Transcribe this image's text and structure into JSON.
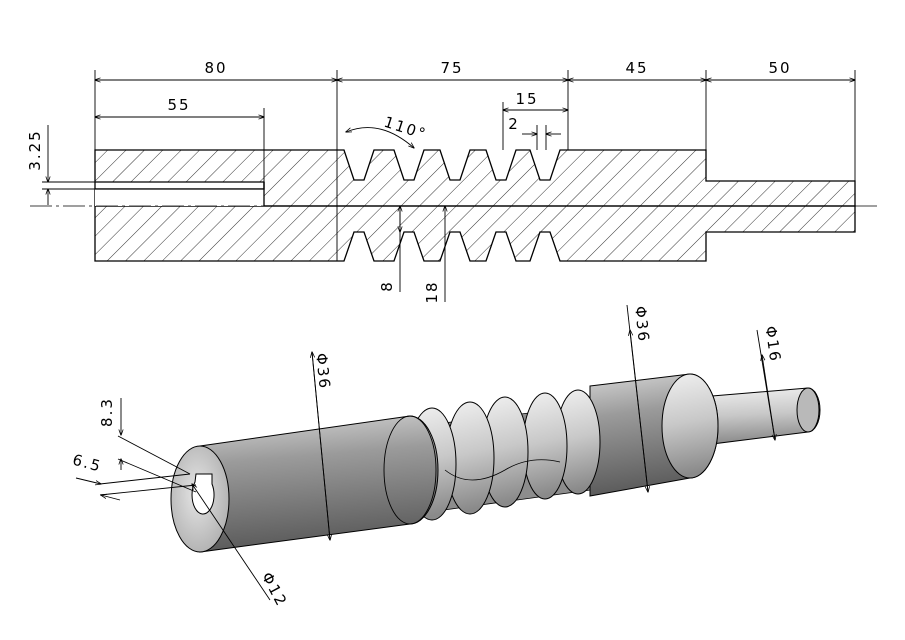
{
  "section_view": {
    "dimensions": {
      "len_80": "80",
      "len_75": "75",
      "len_45": "45",
      "len_50": "50",
      "len_55": "55",
      "pitch_15": "15",
      "crest_2": "2",
      "angle_110": "110°",
      "key_3_25": "3.25",
      "depth_8": "8",
      "depth_18": "18"
    }
  },
  "iso_view": {
    "dimensions": {
      "dia_36_left": "Φ36",
      "dia_36_right": "Φ36",
      "dia_16": "Φ16",
      "dia_12": "Φ12",
      "key_8_3": "8.3",
      "key_6_5": "6.5"
    }
  },
  "colors": {
    "line": "#000000",
    "body_dark": "#5f5f5f",
    "body_mid": "#9a9a9a",
    "body_light": "#dcdcdc"
  }
}
